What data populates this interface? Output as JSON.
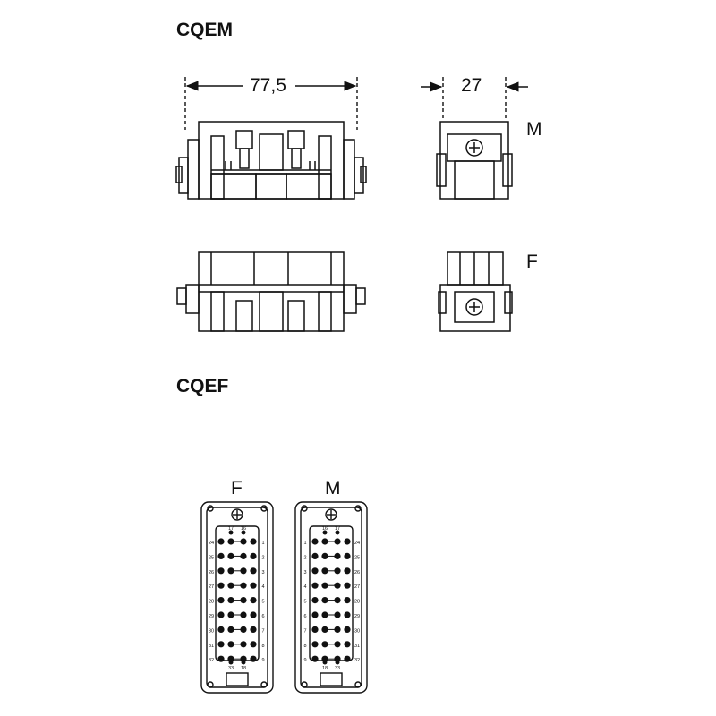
{
  "titles": {
    "top": "CQEM",
    "bottom": "CQEF"
  },
  "dimensions": {
    "width_front": "77,5",
    "width_side": "27"
  },
  "view_labels": {
    "male_side": "M",
    "female_side": "F",
    "face_female": "F",
    "face_male": "M"
  },
  "pin_numbers": {
    "female": {
      "top": [
        "17",
        "16"
      ],
      "left": [
        "24",
        "25",
        "26",
        "27",
        "28",
        "29",
        "30",
        "31",
        "32"
      ],
      "right": [
        "1",
        "2",
        "3",
        "4",
        "5",
        "6",
        "7",
        "8",
        "9"
      ],
      "bottom": [
        "33",
        "18"
      ]
    },
    "male": {
      "top": [
        "16",
        "17"
      ],
      "left": [
        "1",
        "2",
        "3",
        "4",
        "5",
        "6",
        "7",
        "8",
        "9"
      ],
      "right": [
        "24",
        "25",
        "26",
        "27",
        "28",
        "29",
        "30",
        "31",
        "32"
      ],
      "bottom": [
        "18",
        "33"
      ]
    }
  }
}
